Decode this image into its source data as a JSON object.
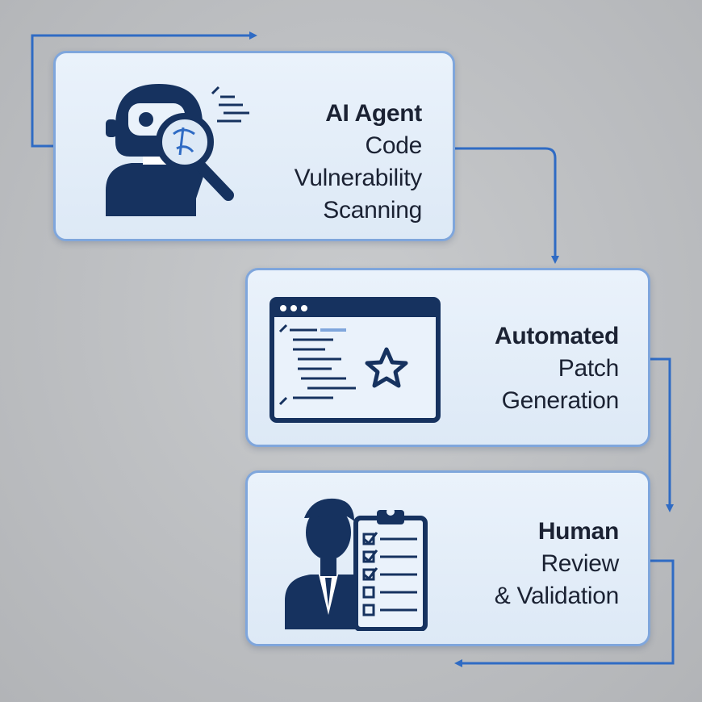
{
  "colors": {
    "accent": "#2f6bc4",
    "icon_navy": "#16325f",
    "card_border": "#7fa6dc",
    "text": "#1b2233"
  },
  "steps": [
    {
      "title": "AI Agent",
      "lines": [
        "Code",
        "Vulnerability",
        "Scanning"
      ],
      "icon": "robot-magnifier-icon"
    },
    {
      "title": "Automated",
      "lines": [
        "Patch",
        "Generation"
      ],
      "icon": "code-window-star-icon"
    },
    {
      "title": "Human",
      "lines": [
        "Review",
        "& Validation"
      ],
      "icon": "person-clipboard-icon"
    }
  ]
}
